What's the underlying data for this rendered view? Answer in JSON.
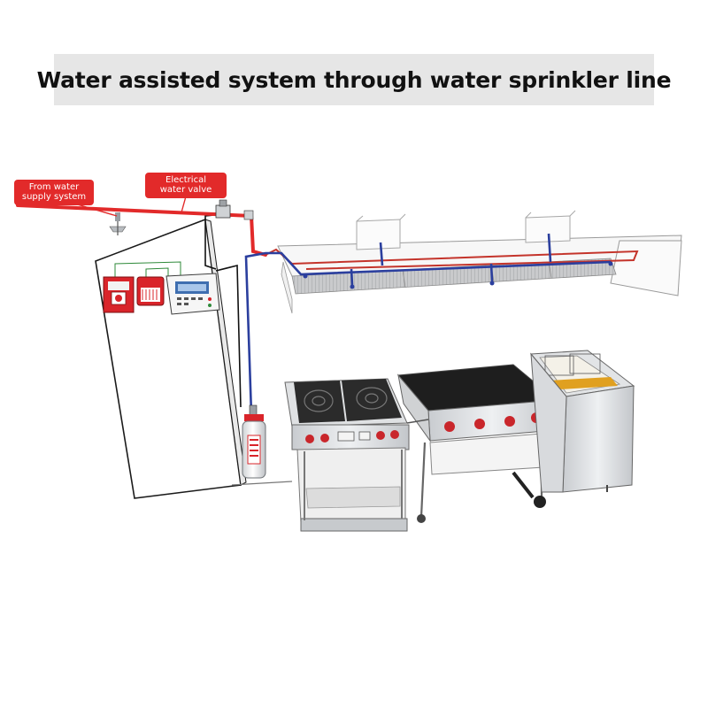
{
  "title": "Water assisted system through water sprinkler line",
  "callouts": {
    "water_supply": {
      "line1": "From water",
      "line2": "supply system"
    },
    "valve": {
      "line1": "Electrical",
      "line2": "water valve"
    }
  },
  "colors": {
    "background": "#ffffff",
    "title_bar": "#e6e6e6",
    "title_text": "#111111",
    "water_pipe": "#e22a2a",
    "agent_pipe": "#2b3f9e",
    "callout_fill": "#e22a2a",
    "steel": "#d6d8db",
    "cooktop": "#1e1e1e",
    "knob": "#c9262b",
    "frying_oil": "#e0a020"
  },
  "icons": [
    "sprinkler-head-icon",
    "electrical-water-valve-icon",
    "manual-pull-station-icon",
    "control-panel-icon",
    "agent-cylinder-icon",
    "nozzle-icon"
  ]
}
